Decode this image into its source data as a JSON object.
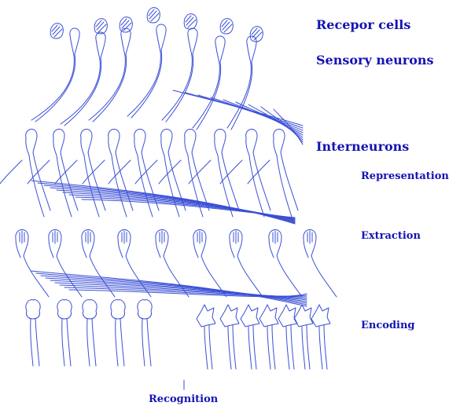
{
  "colors": {
    "ink": "#3a4fd6",
    "label": "#1414b4"
  },
  "labels": {
    "receptor": "Recepor cells",
    "sensory": "Sensory neurons",
    "interneurons": "Interneurons",
    "representation": "Representation",
    "extraction": "Extraction",
    "encoding": "Encoding",
    "recognition": "Recognition"
  },
  "icons": {
    "receptor": "hatched-blob-cell-icon",
    "sensory": "teardrop-neuron-icon",
    "interneuron": "tall-neuron-icon",
    "extraction": "veined-neuron-icon",
    "encoding_round": "lobed-cell-icon",
    "encoding_spiky": "spiky-cell-icon"
  }
}
